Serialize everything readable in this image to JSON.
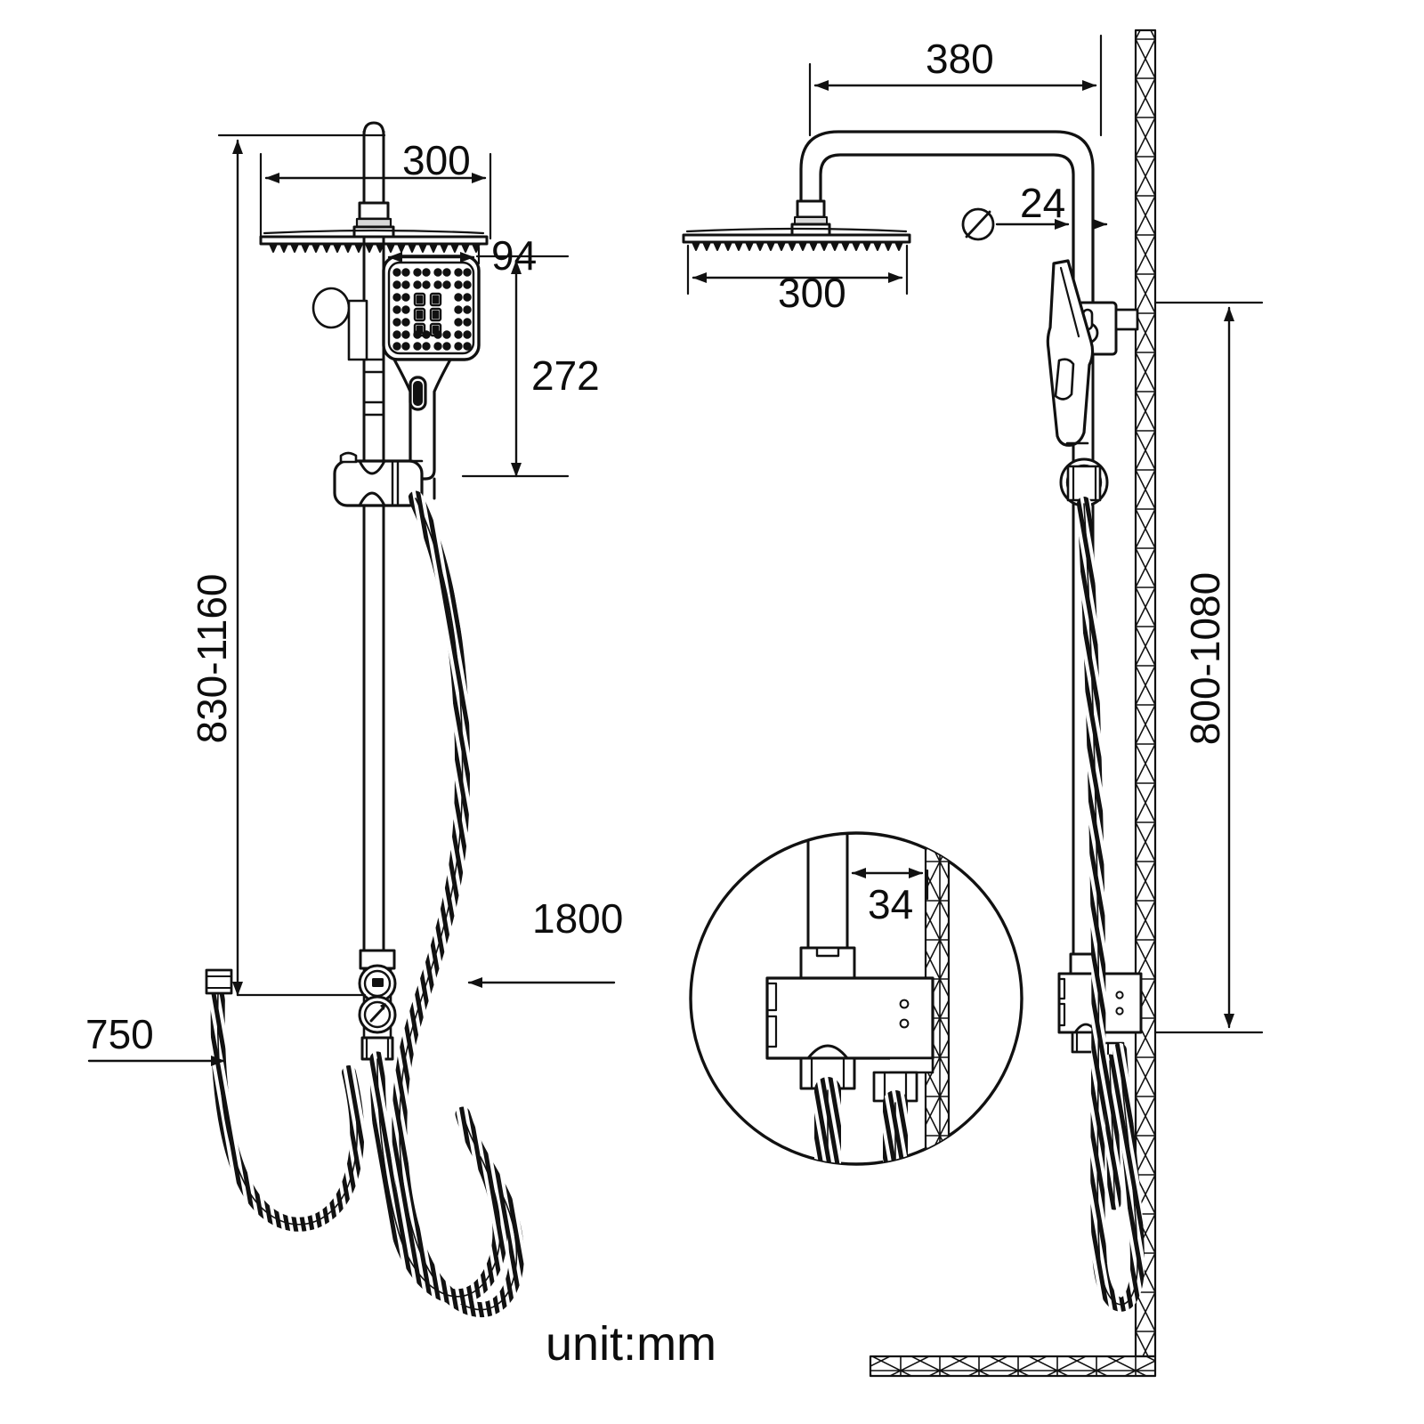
{
  "drawing": {
    "title": "Shower column technical drawing",
    "unit_note": "unit:mm",
    "line_color": "#111111",
    "background_color": "#ffffff"
  },
  "views": {
    "front": {
      "name": "front-elevation"
    },
    "side_head": {
      "name": "side-elevation-head"
    },
    "side_full": {
      "name": "side-elevation-wall"
    },
    "detail": {
      "name": "detail-circle-valve"
    }
  },
  "dimensions": {
    "front_head_width": "300",
    "front_handset_width": "94",
    "front_handset_drop": "272",
    "front_bar_range": "830-1160",
    "front_hose_length": "1800",
    "front_inlet_hose": "750",
    "side_arm_reach": "380",
    "side_head_width": "300",
    "side_pipe_dia": "24",
    "side_valve_range": "800-1080",
    "detail_wall_gap": "34",
    "dia_symbol": "⌀"
  },
  "labels": {
    "unit": "unit:mm"
  },
  "icons": {
    "diameter": "diameter-icon",
    "rain_head": "rain-shower-head-icon",
    "handset": "hand-shower-icon",
    "hose": "flexible-hose-icon",
    "wall": "wall-hatch-icon",
    "mixer": "thermostatic-mixer-icon",
    "slider_bracket": "slider-bracket-icon",
    "detail_circle": "detail-circle-icon"
  }
}
